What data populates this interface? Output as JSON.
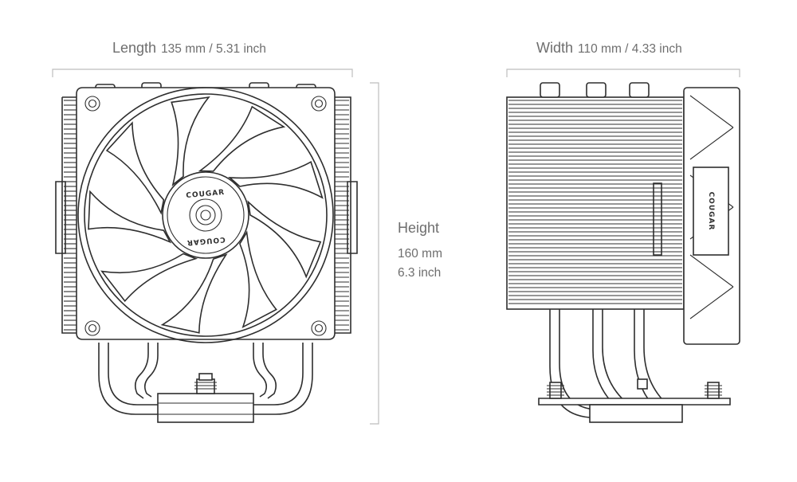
{
  "dimensions": {
    "length": {
      "label": "Length",
      "value": "135 mm / 5.31 inch"
    },
    "width": {
      "label": "Width",
      "value": "110 mm / 4.33 inch"
    },
    "height": {
      "label": "Height",
      "value_mm": "160 mm",
      "value_inch": "6.3 inch"
    }
  },
  "brand": "COUGAR"
}
